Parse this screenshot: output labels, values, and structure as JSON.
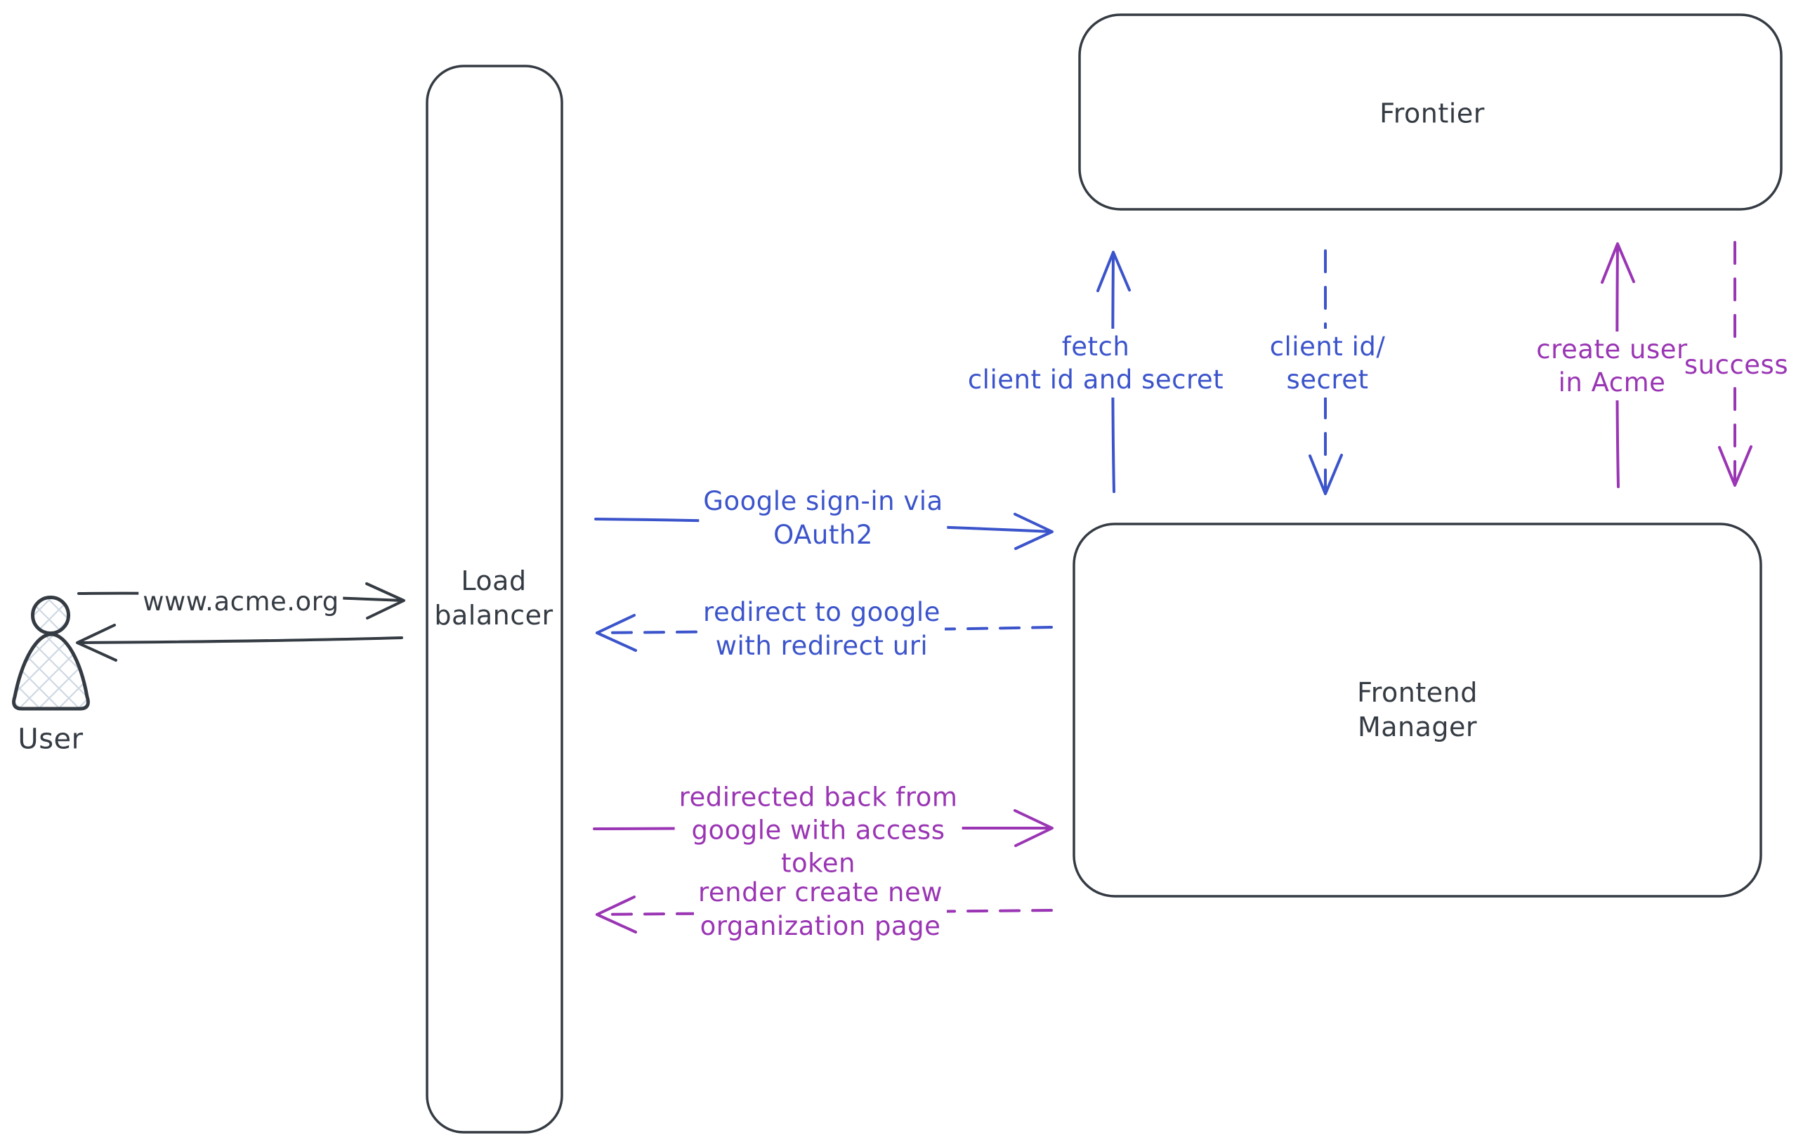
{
  "colors": {
    "ink": "#353b43",
    "blue": "#3b54cb",
    "purple": "#9a35b4",
    "hatch": "#cfd8e3",
    "bg": "#ffffff"
  },
  "nodes": {
    "user": {
      "label": "User"
    },
    "load_balancer": {
      "label": "Load\nbalancer"
    },
    "frontier": {
      "label": "Frontier"
    },
    "frontend_manager": {
      "label": "Frontend\nManager"
    }
  },
  "edges": {
    "www": {
      "label": "www.acme.org"
    },
    "google_signin": {
      "label": "Google sign-in via\nOAuth2"
    },
    "redirect_google": {
      "label": "redirect to google\nwith redirect uri"
    },
    "redirected_back": {
      "label": "redirected back from\ngoogle with access\ntoken"
    },
    "render_org_page": {
      "label": "render create new\norganization page"
    },
    "fetch_client": {
      "label": "fetch\nclient id and secret"
    },
    "client_id_secret": {
      "label": "client id/\nsecret"
    },
    "create_user": {
      "label": "create user\nin Acme"
    },
    "success": {
      "label": "success"
    }
  }
}
